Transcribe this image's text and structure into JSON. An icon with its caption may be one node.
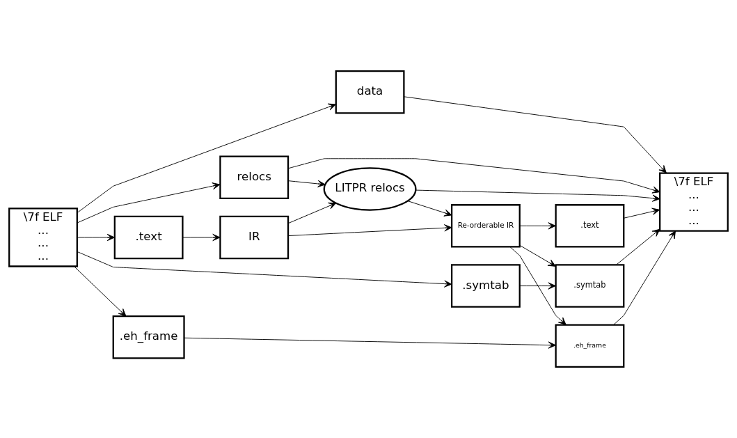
{
  "diagram": {
    "nodes": [
      {
        "text": [
          "\\7f ELF",
          "...",
          "...",
          "..."
        ]
      },
      {
        "text": [
          "relocs"
        ]
      },
      {
        "text": [
          ".text"
        ]
      },
      {
        "text": [
          "data"
        ]
      },
      {
        "text": [
          ".symtab"
        ]
      },
      {
        "text": [
          ".eh_frame"
        ]
      },
      {
        "text": [
          "LITPR relocs"
        ]
      },
      {
        "text": [
          "IR"
        ]
      },
      {
        "text": [
          "Re-orderable IR"
        ]
      },
      {
        "text": [
          ".text"
        ]
      },
      {
        "text": [
          ".symtab"
        ]
      },
      {
        "text": [
          ".eh_frame"
        ]
      },
      {
        "text": [
          "\\7f ELF",
          "...",
          "...",
          "..."
        ]
      }
    ],
    "edges": [
      {
        "from": 0,
        "to": 1,
        "arrow": "to"
      },
      {
        "from": 0,
        "to": 2,
        "arrow": "to"
      },
      {
        "from": 0,
        "to": 3,
        "arrow": "to"
      },
      {
        "from": 0,
        "to": 4,
        "arrow": "to"
      },
      {
        "from": 0,
        "to": 5,
        "arrow": "to"
      },
      {
        "from": 1,
        "to": 6,
        "arrow": "to"
      },
      {
        "from": 2,
        "to": 7,
        "arrow": "to"
      },
      {
        "from": 7,
        "to": 6,
        "arrow": "to"
      },
      {
        "from": 7,
        "to": 8,
        "arrow": "to"
      },
      {
        "from": 6,
        "to": 8,
        "arrow": "to"
      },
      {
        "from": 8,
        "to": 9,
        "arrow": "to"
      },
      {
        "from": 8,
        "to": 10,
        "arrow": "to"
      },
      {
        "from": 8,
        "to": 11,
        "arrow": "to"
      },
      {
        "from": 4,
        "to": 10,
        "arrow": "to"
      },
      {
        "from": 5,
        "to": 11,
        "arrow": "to"
      },
      {
        "from": 1,
        "to": 12,
        "arrow": "to"
      },
      {
        "from": 3,
        "to": 12,
        "arrow": "to"
      },
      {
        "from": 6,
        "to": 12,
        "arrow": "to"
      },
      {
        "from": 9,
        "to": 12,
        "arrow": "to"
      },
      {
        "from": 10,
        "to": 12,
        "arrow": "to"
      },
      {
        "from": 11,
        "to": 12,
        "arrow": "to"
      }
    ]
  }
}
